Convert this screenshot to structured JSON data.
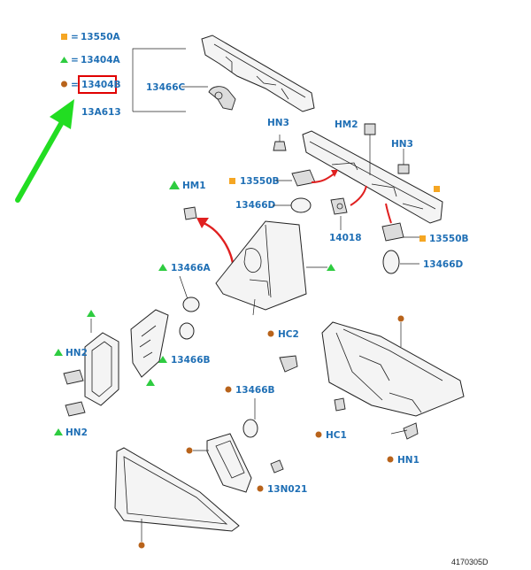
{
  "legend": [
    {
      "marker": "square",
      "color": "#f5a623",
      "sep": "=",
      "code": "13550A"
    },
    {
      "marker": "triangle",
      "color": "#2ecc40",
      "sep": "=",
      "code": "13404A"
    },
    {
      "marker": "circle",
      "color": "#b8631b",
      "sep": "=",
      "code": "13404B",
      "highlighted": true
    }
  ],
  "labels": {
    "l13466C": "13466C",
    "l13A613": "13A613",
    "lHN3a": "HN3",
    "lHM2": "HM2",
    "lHN3b": "HN3",
    "l13550Ba": "13550B",
    "l13466Da": "13466D",
    "l14018": "14018",
    "l13550Bb": "13550B",
    "l13466Db": "13466D",
    "lHM1": "HM1",
    "l13466A": "13466A",
    "l13466Ba": "13466B",
    "lHN2a": "HN2",
    "lHN2b": "HN2",
    "lHC2": "HC2",
    "lHC1": "HC1",
    "lHN1": "HN1",
    "l13466Bb": "13466B",
    "l13N021": "13N021"
  },
  "drawing_number": "4170305D",
  "colors": {
    "label_blue": "#1f6fb5",
    "highlight_box": "#e00000",
    "pointer_arrow": "#22dd22",
    "curved_arrow": "#e02020",
    "square_marker": "#f5a623",
    "triangle_marker": "#2ecc40",
    "circle_marker": "#b8631b"
  }
}
